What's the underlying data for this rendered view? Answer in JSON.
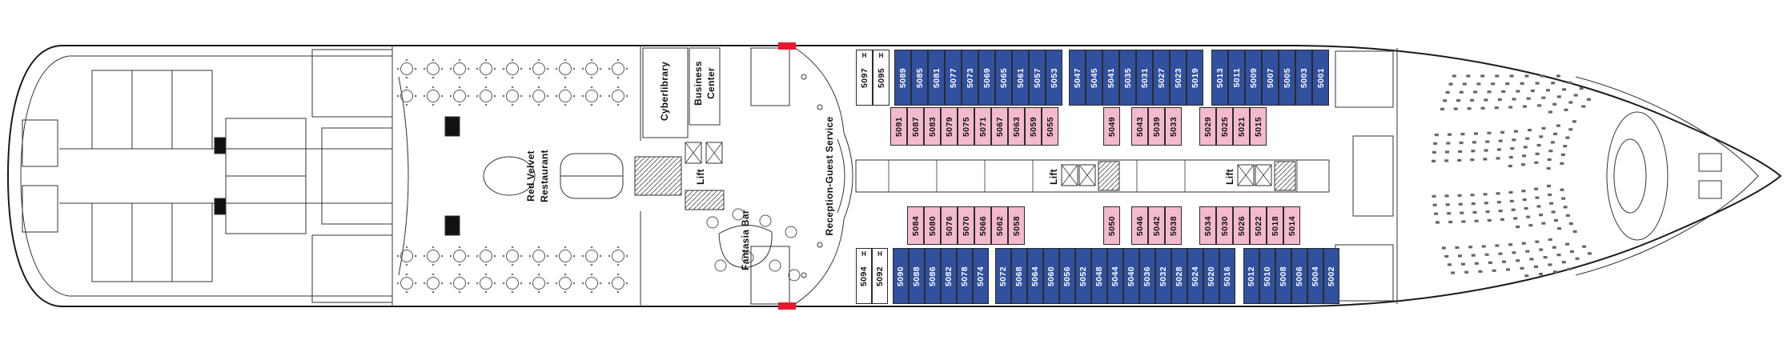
{
  "labels": {
    "restaurant_line1": "Red Velvet",
    "restaurant_line2": "Restaurant",
    "cyberlibrary": "Cyberlibrary",
    "business_line1": "Business",
    "business_line2": "Center",
    "lift_mid": "Lift",
    "fantasia_bar": "Fantasia Bar",
    "reception": "Reception-Guest Service",
    "lift_fwd_1": "Lift",
    "lift_fwd_2": "Lift"
  },
  "colors": {
    "outside": "#31509E",
    "inside": "#F3BACB",
    "accessible": "#FFFFFF",
    "accent_red": "#E8192C",
    "outline": "#1A1A1A"
  },
  "deck_cabins": {
    "accessible_marker": "H",
    "rows": [
      {
        "id": "top-outer",
        "groups": [
          {
            "cells": [
              {
                "num": "5097",
                "type": "accessible"
              },
              {
                "num": "5095",
                "type": "accessible"
              }
            ]
          },
          {
            "cells": [
              {
                "num": "5089",
                "type": "outside"
              },
              {
                "num": "5085",
                "type": "outside"
              },
              {
                "num": "5081",
                "type": "outside"
              },
              {
                "num": "5077",
                "type": "outside"
              },
              {
                "num": "5073",
                "type": "outside"
              },
              {
                "num": "5069",
                "type": "outside"
              },
              {
                "num": "5065",
                "type": "outside"
              },
              {
                "num": "5061",
                "type": "outside"
              },
              {
                "num": "5057",
                "type": "outside"
              },
              {
                "num": "5053",
                "type": "outside"
              }
            ]
          },
          {
            "cells": [
              {
                "num": "5047",
                "type": "outside"
              },
              {
                "num": "5045",
                "type": "outside"
              },
              {
                "num": "5041",
                "type": "outside"
              },
              {
                "num": "5035",
                "type": "outside"
              },
              {
                "num": "5031",
                "type": "outside"
              },
              {
                "num": "5027",
                "type": "outside"
              },
              {
                "num": "5023",
                "type": "outside"
              },
              {
                "num": "5019",
                "type": "outside"
              }
            ]
          },
          {
            "cells": [
              {
                "num": "5013",
                "type": "outside"
              },
              {
                "num": "5011",
                "type": "outside"
              },
              {
                "num": "5009",
                "type": "outside"
              },
              {
                "num": "5007",
                "type": "outside"
              },
              {
                "num": "5005",
                "type": "outside"
              },
              {
                "num": "5003",
                "type": "outside"
              },
              {
                "num": "5001",
                "type": "outside"
              }
            ]
          }
        ]
      },
      {
        "id": "top-inner",
        "groups": [
          {
            "cells": [
              {
                "num": "5091",
                "type": "inside"
              },
              {
                "num": "5087",
                "type": "inside"
              },
              {
                "num": "5083",
                "type": "inside"
              },
              {
                "num": "5079",
                "type": "inside"
              },
              {
                "num": "5075",
                "type": "inside"
              },
              {
                "num": "5071",
                "type": "inside"
              },
              {
                "num": "5067",
                "type": "inside"
              },
              {
                "num": "5063",
                "type": "inside"
              },
              {
                "num": "5059",
                "type": "inside"
              },
              {
                "num": "5055",
                "type": "inside"
              }
            ]
          },
          {
            "cells": [
              {
                "num": "5049",
                "type": "inside"
              }
            ]
          },
          {
            "cells": [
              {
                "num": "5043",
                "type": "inside"
              },
              {
                "num": "5039",
                "type": "inside"
              },
              {
                "num": "5033",
                "type": "inside"
              }
            ]
          },
          {
            "cells": [
              {
                "num": "5029",
                "type": "inside"
              },
              {
                "num": "5025",
                "type": "inside"
              },
              {
                "num": "5021",
                "type": "inside"
              },
              {
                "num": "5015",
                "type": "inside"
              }
            ]
          }
        ]
      },
      {
        "id": "bottom-inner",
        "groups": [
          {
            "cells": [
              {
                "num": "5084",
                "type": "inside"
              },
              {
                "num": "5080",
                "type": "inside"
              },
              {
                "num": "5076",
                "type": "inside"
              },
              {
                "num": "5070",
                "type": "inside"
              },
              {
                "num": "5066",
                "type": "inside"
              },
              {
                "num": "5062",
                "type": "inside"
              },
              {
                "num": "5058",
                "type": "inside"
              }
            ]
          },
          {
            "cells": [
              {
                "num": "5050",
                "type": "inside"
              }
            ]
          },
          {
            "cells": [
              {
                "num": "5046",
                "type": "inside"
              },
              {
                "num": "5042",
                "type": "inside"
              },
              {
                "num": "5038",
                "type": "inside"
              }
            ]
          },
          {
            "cells": [
              {
                "num": "5034",
                "type": "inside"
              },
              {
                "num": "5030",
                "type": "inside"
              },
              {
                "num": "5026",
                "type": "inside"
              },
              {
                "num": "5022",
                "type": "inside"
              },
              {
                "num": "5018",
                "type": "inside"
              },
              {
                "num": "5014",
                "type": "inside"
              }
            ]
          }
        ]
      },
      {
        "id": "bottom-outer",
        "groups": [
          {
            "cells": [
              {
                "num": "5094",
                "type": "accessible"
              },
              {
                "num": "5092",
                "type": "accessible"
              }
            ]
          },
          {
            "cells": [
              {
                "num": "5090",
                "type": "outside"
              },
              {
                "num": "5088",
                "type": "outside"
              },
              {
                "num": "5086",
                "type": "outside"
              },
              {
                "num": "5082",
                "type": "outside"
              },
              {
                "num": "5078",
                "type": "outside"
              },
              {
                "num": "5074",
                "type": "outside"
              }
            ]
          },
          {
            "cells": [
              {
                "num": "5072",
                "type": "outside"
              },
              {
                "num": "5068",
                "type": "outside"
              },
              {
                "num": "5064",
                "type": "outside"
              },
              {
                "num": "5060",
                "type": "outside"
              },
              {
                "num": "5056",
                "type": "outside"
              },
              {
                "num": "5052",
                "type": "outside"
              },
              {
                "num": "5048",
                "type": "outside"
              },
              {
                "num": "5044",
                "type": "outside"
              },
              {
                "num": "5040",
                "type": "outside"
              },
              {
                "num": "5036",
                "type": "outside"
              },
              {
                "num": "5032",
                "type": "outside"
              },
              {
                "num": "5028",
                "type": "outside"
              },
              {
                "num": "5024",
                "type": "outside"
              },
              {
                "num": "5020",
                "type": "outside"
              },
              {
                "num": "5016",
                "type": "outside"
              }
            ]
          },
          {
            "cells": [
              {
                "num": "5012",
                "type": "outside"
              },
              {
                "num": "5010",
                "type": "outside"
              },
              {
                "num": "5008",
                "type": "outside"
              },
              {
                "num": "5006",
                "type": "outside"
              },
              {
                "num": "5004",
                "type": "outside"
              },
              {
                "num": "5002",
                "type": "outside"
              }
            ]
          }
        ]
      }
    ]
  }
}
